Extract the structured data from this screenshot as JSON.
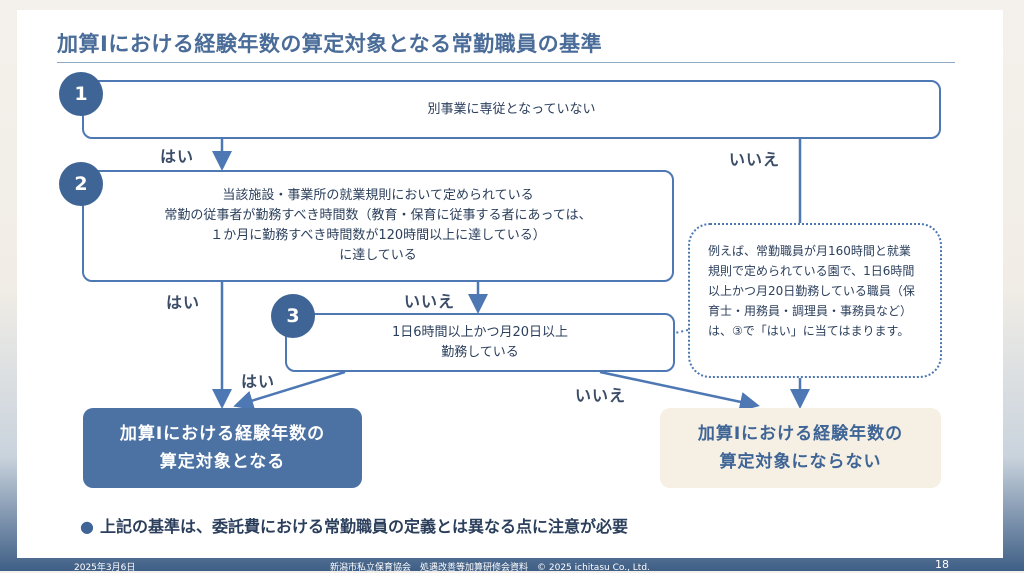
{
  "title": "加算Ⅰにおける経験年数の算定対象となる常勤職員の基準",
  "steps": [
    {
      "number": "1",
      "text": "別事業に専従となっていない"
    },
    {
      "number": "2",
      "lines": [
        "当該施設・事業所の就業規則において定められている",
        "常勤の従事者が勤務すべき時間数（教育・保育に従事する者にあっては、",
        "１か月に勤務すべき時間数が120時間以上に達している）",
        "に達している"
      ]
    },
    {
      "number": "3",
      "lines": [
        "1日6時間以上かつ月20日以上",
        "勤務している"
      ]
    }
  ],
  "labels": {
    "yes": "はい",
    "no": "いいえ"
  },
  "note": "例えば、常勤職員が月160時間と就業規則で定められている園で、1日6時間以上かつ月20日勤務している職員（保育士・用務員・調理員・事務員など）は、③で「はい」に当てはまります。",
  "results": {
    "eligible": [
      "加算Ⅰにおける経験年数の",
      "算定対象となる"
    ],
    "not_eligible": [
      "加算Ⅰにおける経験年数の",
      "算定対象にならない"
    ]
  },
  "bullet": "上記の基準は、委託費における常勤職員の定義とは異なる点に注意が必要",
  "footer": {
    "date": "2025年3月6日",
    "center": "新潟市私立保育協会　処遇改善等加算研修会資料　© 2025 ichitasu Co., Ltd.",
    "page": "18"
  },
  "colors": {
    "accent": "#3e6595",
    "box_border": "#4e78b4",
    "eligible_bg": "#4b72a3",
    "not_eligible_bg": "#f6efe4"
  }
}
